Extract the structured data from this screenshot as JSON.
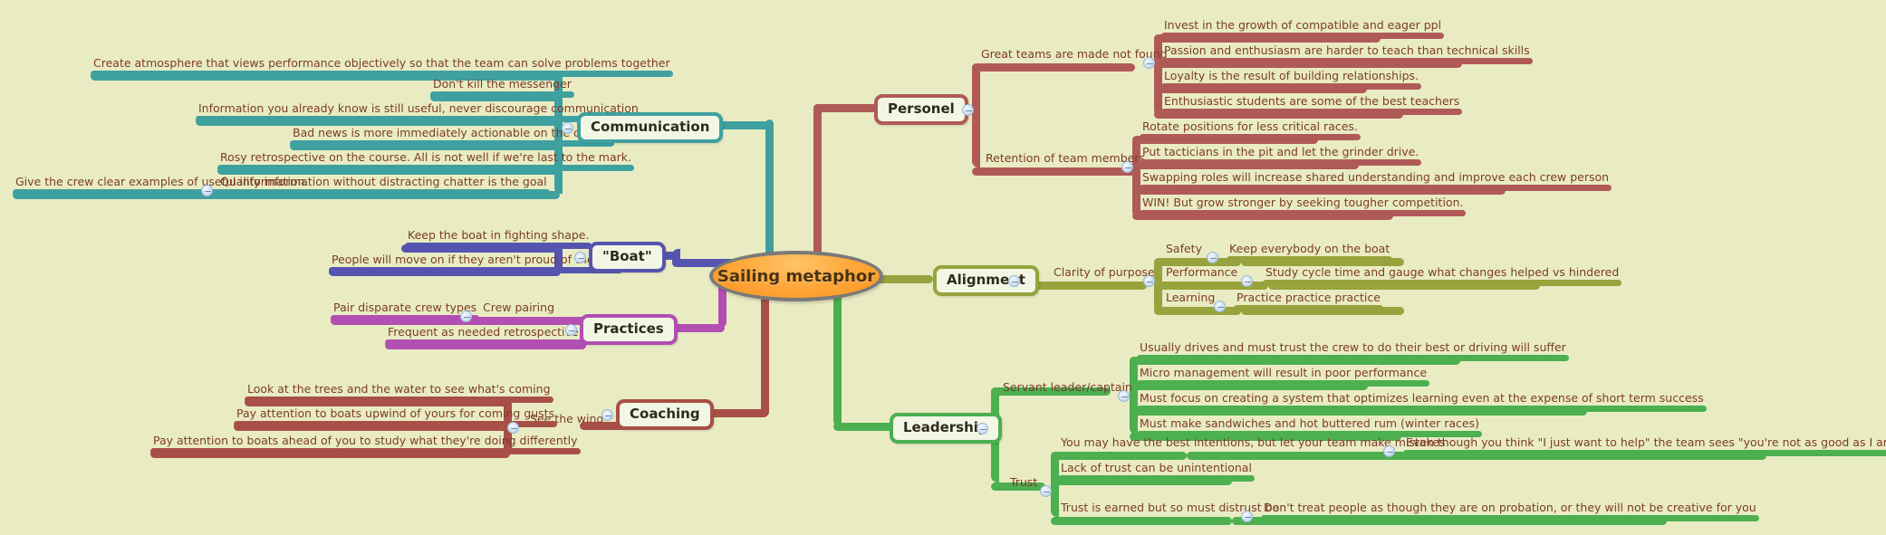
{
  "meta": {
    "background_color": "#e9ecc3",
    "root_label": "Sailing metaphor",
    "root_fill": "#ffa93c",
    "root_border": "#7a7a7a",
    "leaf_text_color": "#7d3b28",
    "node_text_color": "#2e2a1e",
    "node_fill": "#f2f6e4",
    "toggle_icon": "collapse-minus-circle"
  },
  "branches": {
    "communication": {
      "label": "Communication",
      "color": "#3fa0a0",
      "children": [
        {
          "label": "Create atmosphere that views performance objectively so that the team can solve problems together"
        },
        {
          "label": "Don't kill the messenger"
        },
        {
          "label": "Information you already know is still useful, never discourage communication"
        },
        {
          "label": "Bad news is more immediately actionable on the course"
        },
        {
          "label": "Rosy retrospective on the course. All is not well if we're last to the mark."
        },
        {
          "label": "Quality information without distracting chatter is the goal",
          "children": [
            {
              "label": "Give the crew clear examples of useful information."
            }
          ]
        }
      ]
    },
    "personel": {
      "label": "Personel",
      "color": "#b05a58",
      "children": [
        {
          "label": "Great teams are made not found",
          "children": [
            {
              "label": "Invest in the growth of compatible and eager ppl"
            },
            {
              "label": "Passion and enthusiasm are harder to teach than technical skills"
            },
            {
              "label": "Loyalty is the result of building relationships."
            },
            {
              "label": "Enthusiastic students are some of the best teachers"
            }
          ]
        },
        {
          "label": "Retention of team members",
          "children": [
            {
              "label": "Rotate positions for less critical races."
            },
            {
              "label": "Put tacticians in the pit and let the grinder drive."
            },
            {
              "label": "Swapping roles will increase shared understanding and improve each crew person"
            },
            {
              "label": "WIN! But grow stronger by seeking tougher competition."
            }
          ]
        }
      ]
    },
    "alignment": {
      "label": "Alignment",
      "color": "#97a33c",
      "children": [
        {
          "label": "Clarity of purpose",
          "children": [
            {
              "label": "Safety",
              "children": [
                {
                  "label": "Keep everybody on the boat"
                }
              ]
            },
            {
              "label": "Performance",
              "children": [
                {
                  "label": "Study cycle time and gauge what changes helped vs hindered"
                }
              ]
            },
            {
              "label": "Learning",
              "children": [
                {
                  "label": "Practice practice practice"
                }
              ]
            }
          ]
        }
      ]
    },
    "leadership": {
      "label": "Leadership",
      "color": "#4caf50",
      "children": [
        {
          "label": "Servant leader/captain",
          "children": [
            {
              "label": "Usually drives and must trust the crew to do their best or driving will suffer"
            },
            {
              "label": "Micro management will result in poor performance"
            },
            {
              "label": "Must focus on creating a system that optimizes learning even at the expense of short term success"
            },
            {
              "label": "Must make sandwiches and hot buttered rum (winter races)"
            }
          ]
        },
        {
          "label": "Trust",
          "children": [
            {
              "label": "You may have the best intentions, but let your team make mistakes",
              "children": [
                {
                  "label": "Even though you think \"I just want to help\" the team sees \"you're not as good as I am so I'll do it for you \""
                }
              ]
            },
            {
              "label": "Lack of trust can be unintentional"
            },
            {
              "label": "Trust is earned but so must distrust be",
              "children": [
                {
                  "label": "Don't treat people as though they are on probation, or they will not be creative for you"
                }
              ]
            }
          ]
        }
      ]
    },
    "boat": {
      "label": "\"Boat\"",
      "color": "#5555b0",
      "children": [
        {
          "label": "Keep the boat in fighting shape."
        },
        {
          "label": "People will move on if they aren't proud of the org."
        }
      ]
    },
    "practices": {
      "label": "Practices",
      "color": "#b24fb2",
      "children": [
        {
          "label": "Crew pairing",
          "children": [
            {
              "label": "Pair disparate crew types"
            }
          ]
        },
        {
          "label": "Frequent as needed retrospective"
        }
      ]
    },
    "coaching": {
      "label": "Coaching",
      "color": "#a85048",
      "children": [
        {
          "label": "See the wind",
          "children": [
            {
              "label": "Look at the trees and the water to see what's coming"
            },
            {
              "label": "Pay attention to boats upwind of yours for coming gusts"
            },
            {
              "label": "Pay attention to boats ahead of you to study what they're doing differently"
            }
          ]
        }
      ]
    }
  }
}
